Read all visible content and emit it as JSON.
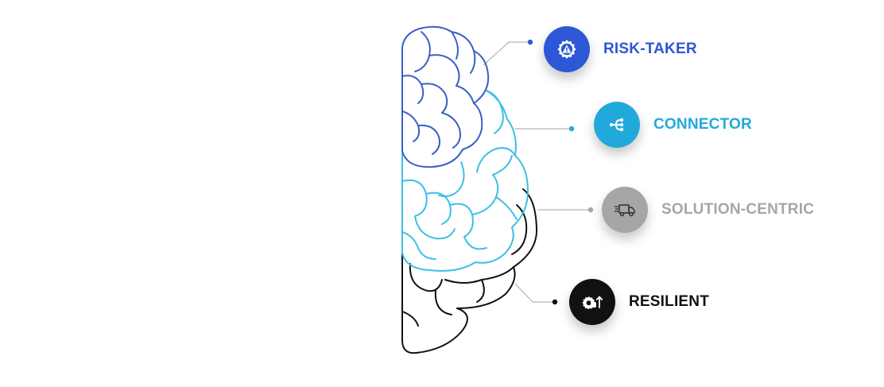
{
  "colors": {
    "risk": "#2d57d6",
    "connector": "#22a9dc",
    "solution": "#a6a6a6",
    "resilient": "#111111",
    "brain_top": "#3a5fc8",
    "brain_mid": "#3bc0e4",
    "brain_bottom": "#111111",
    "leader": "#b5b5b5"
  },
  "traits": [
    {
      "label": "RISK-TAKER",
      "icon": "warning-gear-icon",
      "color": "#2d57d6"
    },
    {
      "label": "CONNECTOR",
      "icon": "network-branch-icon",
      "color": "#22a9dc"
    },
    {
      "label": "SOLUTION-CENTRIC",
      "icon": "delivery-truck-icon",
      "color": "#a6a6a6"
    },
    {
      "label": "RESILIENT",
      "icon": "gear-hand-arrow-icon",
      "color": "#111111"
    }
  ]
}
